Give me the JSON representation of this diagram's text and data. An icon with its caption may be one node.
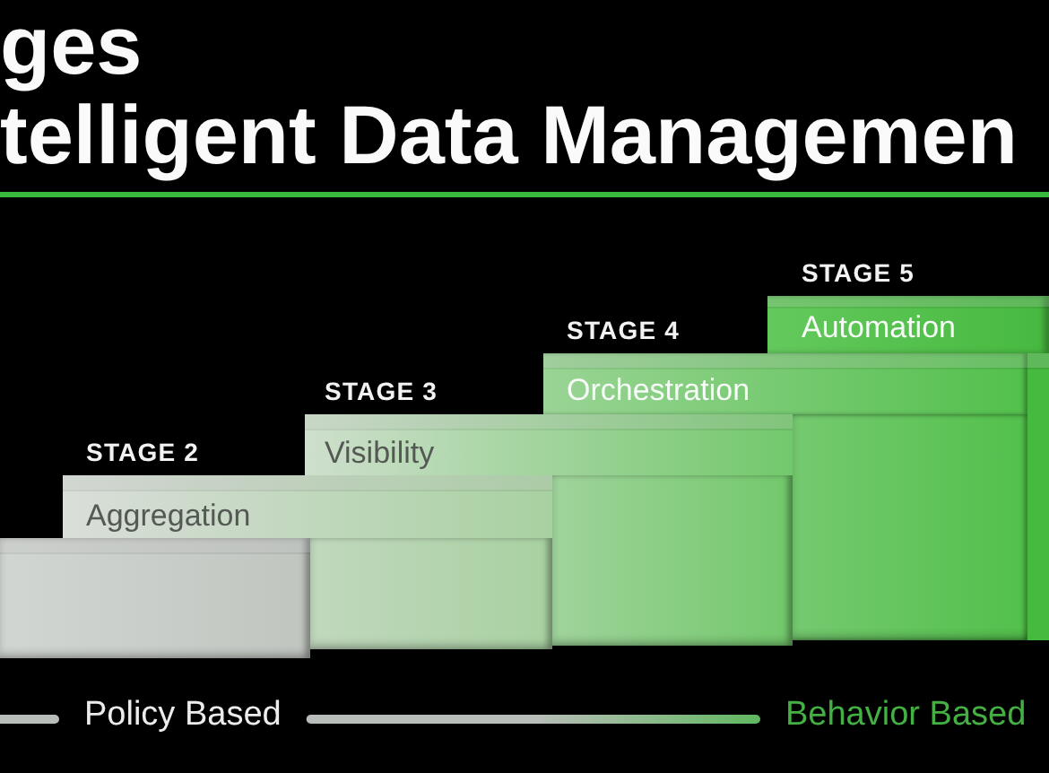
{
  "diagram": {
    "title": "ges telligent Data Managemen",
    "nodes": [
      {
        "text": [],
        "shape": "box"
      },
      {
        "text": [
          "Aggregation"
        ],
        "beside": [
          "STAGE 2"
        ]
      },
      {
        "text": [
          "Visibility"
        ],
        "beside": [
          "STAGE 3"
        ]
      },
      {
        "text": [
          "Orchestration"
        ],
        "beside": [
          "STAGE 4"
        ]
      },
      {
        "text": [
          "Automation"
        ],
        "beside": [
          "STAGE 5"
        ]
      },
      {
        "text": [
          "Policy Based"
        ]
      },
      {
        "text": [
          "Behavior Based"
        ]
      }
    ],
    "edges": [
      {
        "from": null,
        "to": 5,
        "arrow": "none"
      },
      {
        "from": 5,
        "to": 6,
        "arrow": "none"
      }
    ]
  }
}
